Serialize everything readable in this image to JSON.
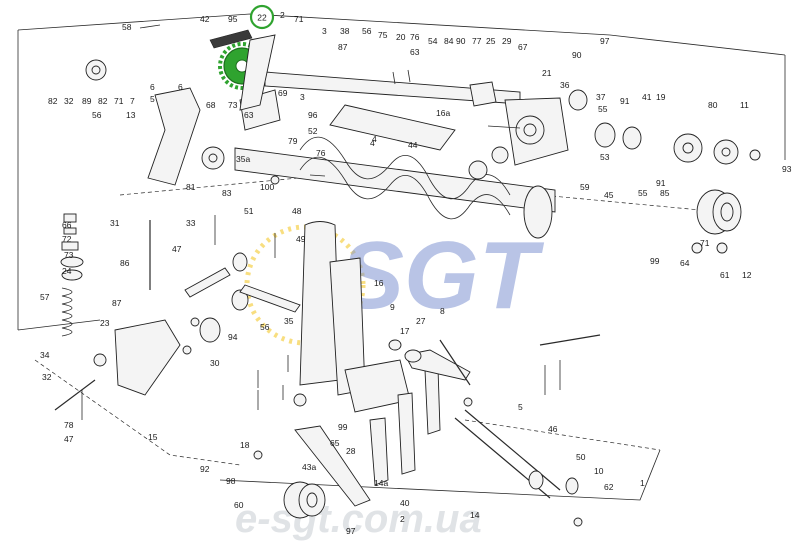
{
  "diagram": {
    "highlight": {
      "label": "22",
      "color": "#2fa32f"
    },
    "watermark": {
      "logo_text": "SGT",
      "url_text": "e-sgt.com.ua",
      "logo_color": "#1a3fae",
      "accent_color": "#f2c318"
    },
    "callouts": [
      "58",
      "42",
      "95",
      "22",
      "2",
      "71",
      "6",
      "5",
      "3",
      "38",
      "56",
      "87",
      "75",
      "20",
      "76",
      "63",
      "84",
      "54",
      "90",
      "77",
      "25",
      "29",
      "67",
      "97",
      "82",
      "32",
      "89",
      "82",
      "71",
      "7",
      "6",
      "56",
      "96",
      "52",
      "79",
      "44",
      "16a",
      "21",
      "90",
      "4",
      "81",
      "68",
      "69",
      "73",
      "63",
      "3",
      "13",
      "36",
      "41",
      "19",
      "80",
      "11",
      "66",
      "72",
      "73",
      "24",
      "57",
      "31",
      "86",
      "87",
      "23",
      "34",
      "32",
      "78",
      "47",
      "48",
      "49",
      "33",
      "47",
      "51",
      "16",
      "9",
      "8",
      "27",
      "17",
      "46",
      "10",
      "50",
      "4",
      "93",
      "99",
      "61",
      "64",
      "71",
      "1",
      "2",
      "55",
      "45",
      "85",
      "59",
      "14",
      "62",
      "65",
      "28",
      "37",
      "91",
      "53",
      "35a",
      "100",
      "92",
      "98",
      "60",
      "97",
      "18",
      "40",
      "14a",
      "43a",
      "99",
      "12",
      "83",
      "55",
      "91",
      "5",
      "15",
      "30",
      "94",
      "35",
      "56",
      "76"
    ]
  }
}
